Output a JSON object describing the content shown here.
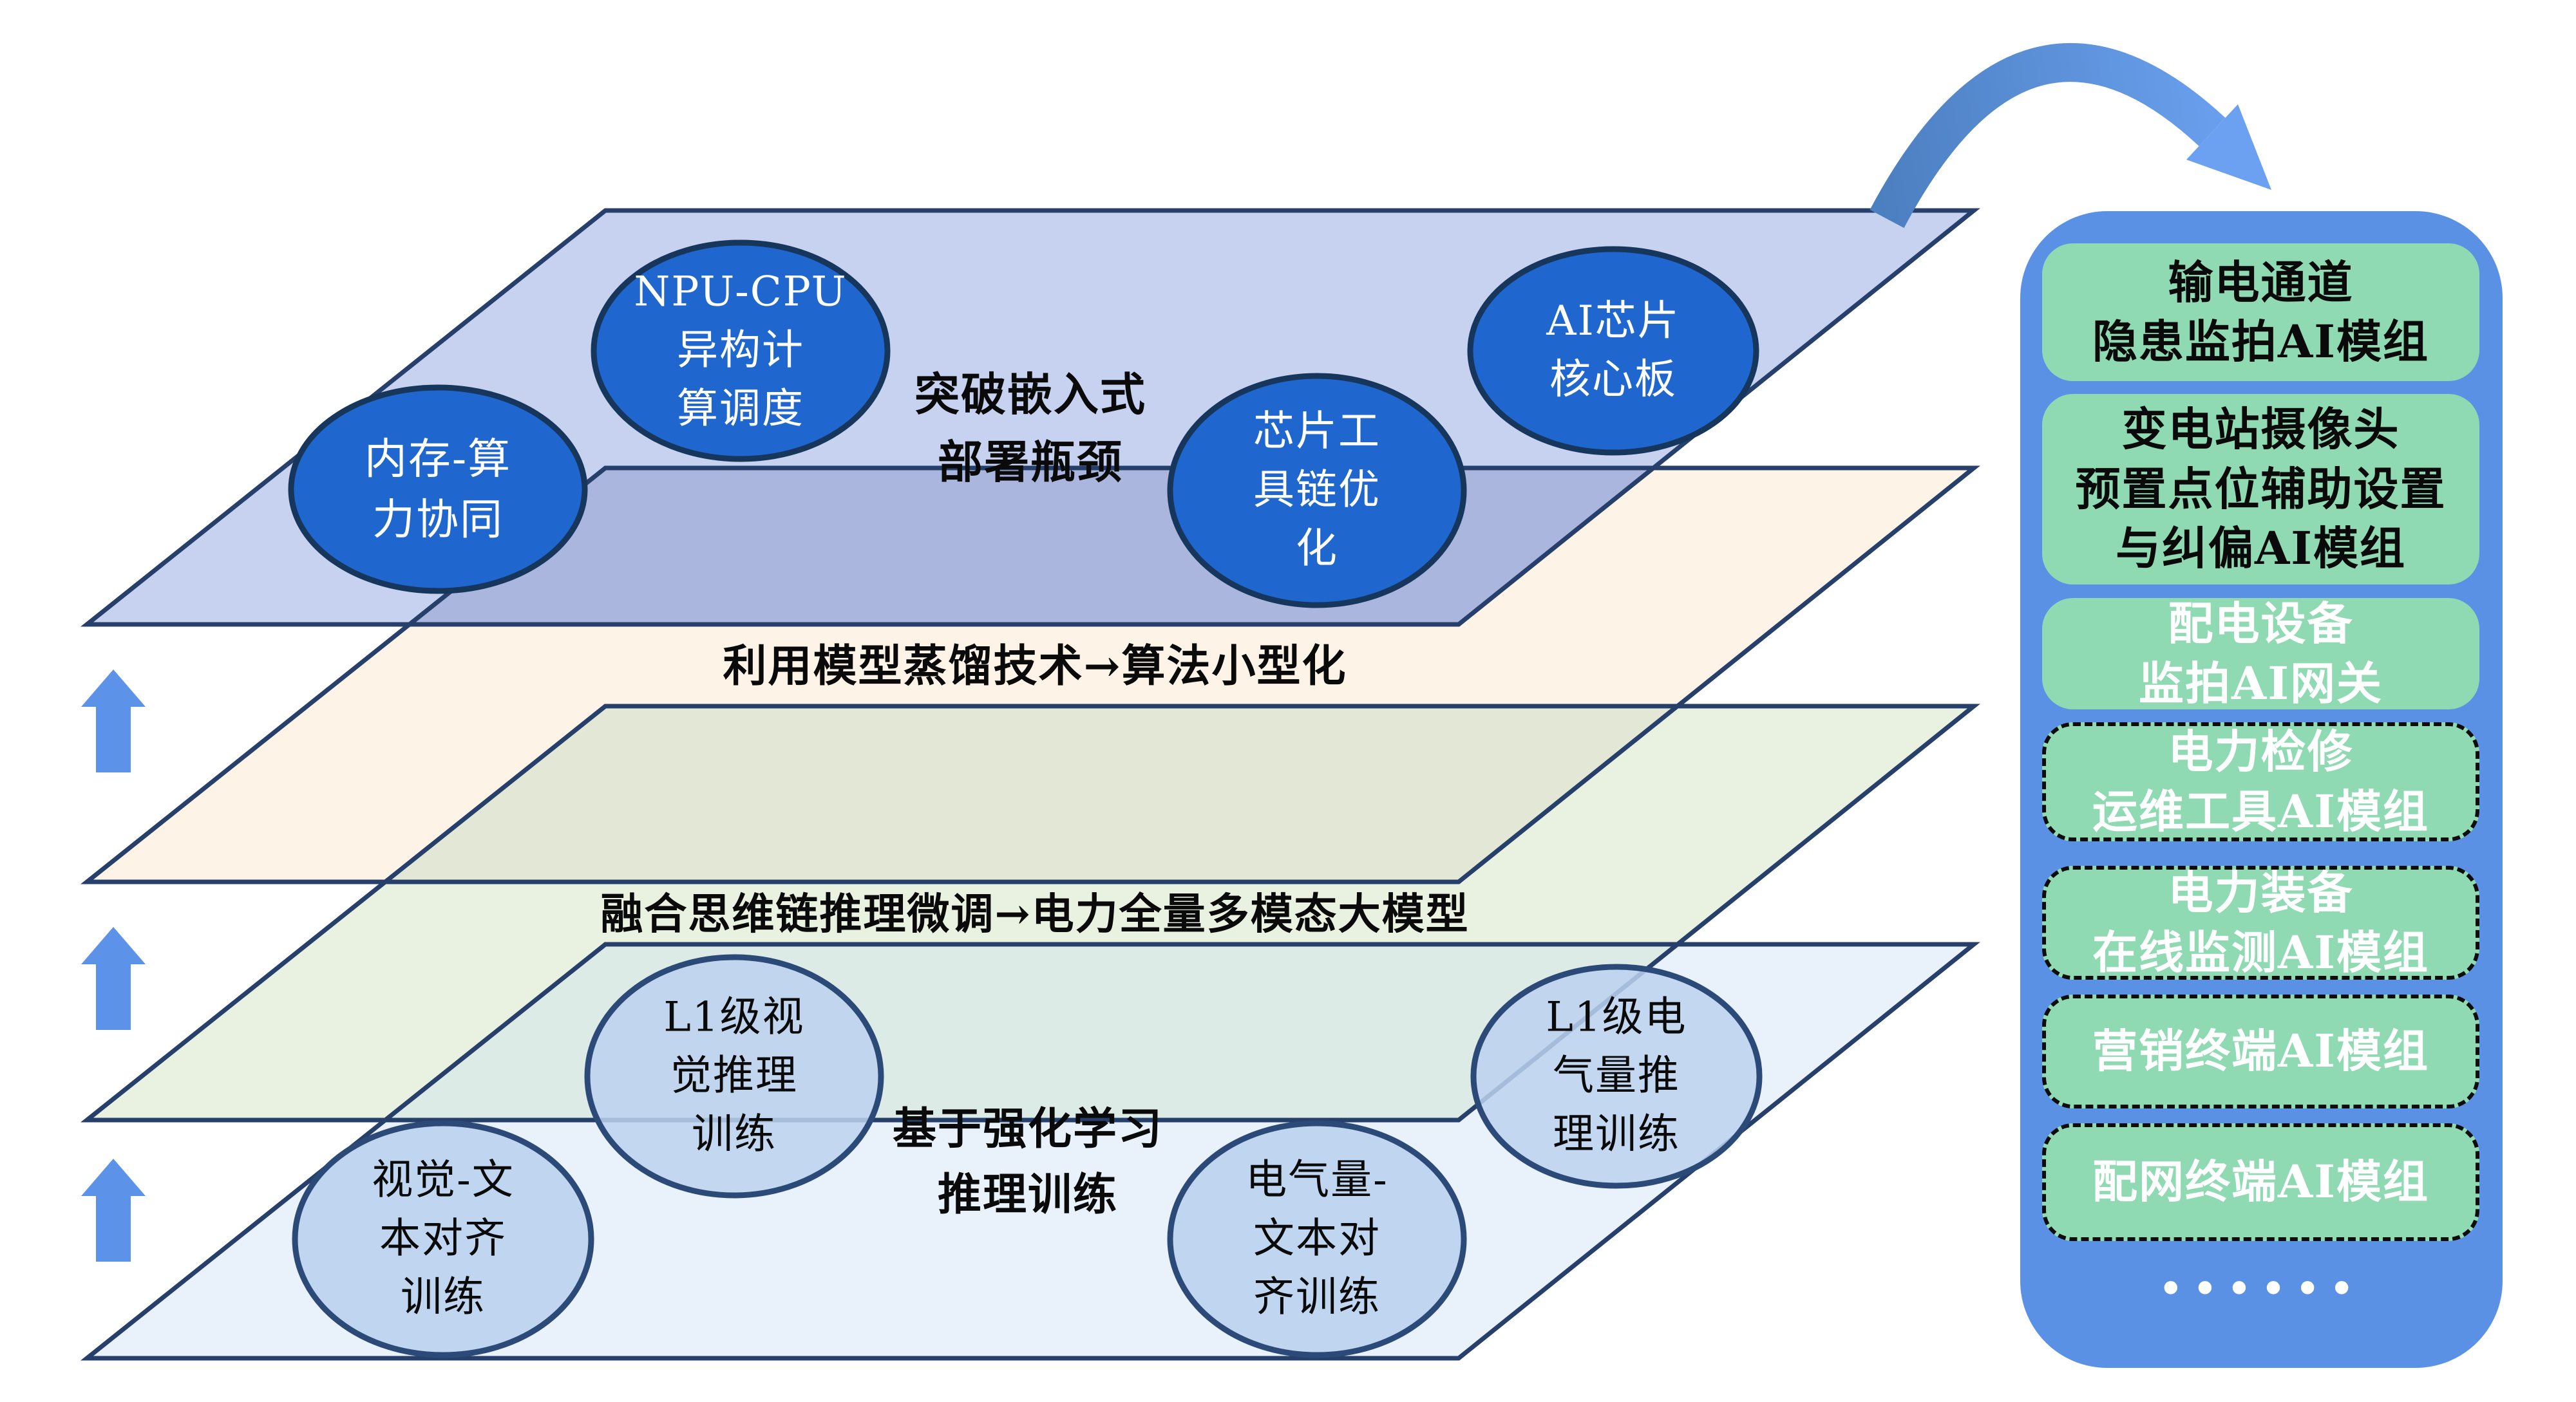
{
  "ellipses": {
    "memory_compute": "内存-算\n力协同",
    "npu_cpu_scheduling": "NPU-CPU\n异构计\n算调度",
    "chip_toolchain": "芯片工\n具链优\n化",
    "ai_chip_board": "AI芯片\n核心板",
    "l1_visual_reasoning": "L1级视\n觉推理\n训练",
    "vision_text_alignment": "视觉-文\n本对齐\n训练",
    "electrical_text_alignment": "电气量-\n文本对\n齐训练",
    "l1_electrical_reasoning": "L1级电\n气量推\n理训练"
  },
  "labels": {
    "embedded_deployment": "突破嵌入式\n部署瓶颈",
    "distillation": "利用模型蒸馏技术→算法小型化",
    "cot_finetune": "融合思维链推理微调→电力全量多模态大模型",
    "rl_training": "基于强化学习\n推理训练"
  },
  "panel": {
    "modules": [
      {
        "label": "输电通道\n隐患监拍AI模组",
        "border": "solid",
        "text": "dark"
      },
      {
        "label": "变电站摄像头\n预置点位辅助设置\n与纠偏AI模组",
        "border": "solid",
        "text": "dark"
      },
      {
        "label": "配电设备\n监拍AI网关",
        "border": "solid",
        "text": "light"
      },
      {
        "label": "电力检修\n运维工具AI模组",
        "border": "dashed",
        "text": "light"
      },
      {
        "label": "电力装备\n在线监测AI模组",
        "border": "dashed",
        "text": "light"
      },
      {
        "label": "营销终端AI模组",
        "border": "dashed",
        "text": "light"
      },
      {
        "label": "配网终端AI模组",
        "border": "dashed",
        "text": "light"
      }
    ],
    "more": "••••••"
  },
  "icons": {
    "up_arrow": "block-up-arrow",
    "curved_arrow": "arc-down-arrow"
  },
  "colors": {
    "layer_chip": "#c7d2f1",
    "layer_distill": "#fdf4e7",
    "layer_finetune": "#e9f1e1",
    "layer_training": "#e9f2fb",
    "overlap_1_2": "#aab6de",
    "overlap_2_3": "#e2e8d5",
    "overlap_3_4": "#dcebe6",
    "outline": "#26406b",
    "dark_ellipse": "#1f67cf",
    "light_ellipse": "#bcd2ee",
    "up_arrow_blue": "#5d92e9",
    "arc_dark": "#4c7fc0",
    "arc_light": "#6ba1f0",
    "panel_blue": "#5b91e5",
    "module_green": "#8fd9b3"
  }
}
